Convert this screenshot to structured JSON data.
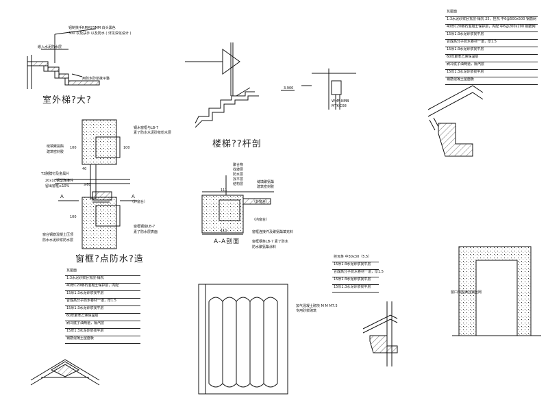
{
  "titles": {
    "outdoor_stair": "室外梯?大?",
    "stair_railing": "楼梯??杆剖",
    "window_frame": "窗框?点防水?造",
    "section_aa": "A-A剖面"
  },
  "outdoor_notes": {
    "note1": "铝制扶手RMM23MM 白头黑色",
    "note2": "300 以及扶手 以及防水 ( 详见深化设计 )",
    "note3": "嵌入水泥防水层",
    "note4": "用防水砂浆抹平整"
  },
  "window_notes": {
    "top_right_1": "钢木窗框与LB-7",
    "top_right_2": "素了防水水泥砂浆粉水层",
    "left_1": "缝填聚氨酯",
    "left_2": "建筑密封胶",
    "left_3": "T3脱膜钉及金属片",
    "left_4": "20x1C钢塑连接件",
    "left_5": "留出窗框≥10%",
    "right_mid": "（外窗台）",
    "right_low_1": "窗框钢窗LB-7",
    "right_low_2": "素了防水层表面",
    "bottom_left_1": "窗台钢筋混凝土压顶",
    "bottom_left_2": "防水水泥砂浆防水层",
    "dim_100a": "100",
    "dim_100b": "100",
    "dim_100c": "100",
    "dim_40": "40",
    "dim_60": "≥60",
    "label_a1": "A",
    "label_a2": "A"
  },
  "section_notes": {
    "layers": [
      "聚合物",
      "找坡层",
      "防水层",
      "找平层",
      "结构层"
    ],
    "n1": "缝填聚氨酯",
    "n2": "建筑密封胶",
    "n3": "（外窗台）",
    "n4": "（内窗台）",
    "n5": "窗框连接件及聚氨酯填充料",
    "n6": "窗框钢条LB-7  素了防水",
    "n7": "防水聚氨酯涂料",
    "dim_top": "111",
    "dim_bot": "111"
  },
  "railing_detail": {
    "level": "3.900",
    "w1": "WMF-NMB",
    "w2": "MTK-C08"
  },
  "spec_top_right": {
    "header": "瓦屋面",
    "rows": [
      "1:3水泥砂浆卧瓦层·铺瓦 25，挂瓦 中6@500x500 钢筋网",
      "40厚C20细石混凝土保护层，内配 中6@200x200 钢筋网",
      "15厚1:3水泥砂浆找平层",
      "合成高分子防水卷材一道，厚1.5",
      "15厚1:3水泥砂浆找平层",
      "60厚聚苯乙烯保温层",
      "刷冷底子油两道，隔汽层",
      "15厚1:3水泥砂浆找平层",
      "钢筋混凝土屋面板"
    ]
  },
  "spec_bottom_left": {
    "header": "瓦屋面",
    "rows": [
      "1:3水泥砂浆卧瓦层·铺瓦",
      "40厚C20细石混凝土保护层，内配",
      "15厚1:3水泥砂浆找平层",
      "合成高分子防水卷材一道，厚1.5",
      "15厚1:3水泥砂浆找平层",
      "60厚聚苯乙烯保温层",
      "刷冷底子油两道，隔汽层",
      "15厚1:3水泥砂浆找平层",
      "钢筋混凝土屋面板"
    ]
  },
  "spec_bottom_mid": {
    "rows": [
      "挂瓦条 中30x30（5.5）",
      "15厚1:3水泥砂浆找平层",
      "合成高分子防水卷材一道，厚1.5",
      "15厚1:3水泥砂浆找平层",
      "15厚1:3水泥砂浆找平层"
    ]
  },
  "tile_note": {
    "l1": "加气混凝土砌块 M M M7.5",
    "l2": "专用砂浆砌筑"
  },
  "opening_note": "窗口周围满挂钢丝网"
}
